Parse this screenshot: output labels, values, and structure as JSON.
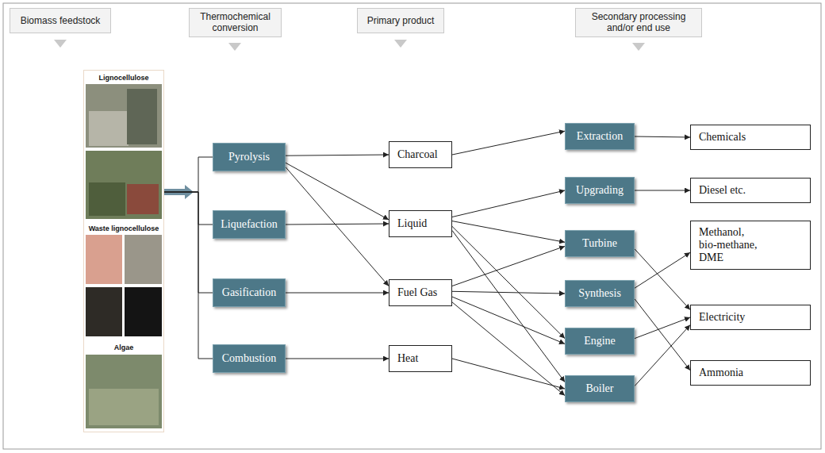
{
  "diagram": {
    "nodes": [
      {
        "text": [
          "Biomass feedstock"
        ]
      },
      {
        "text": [
          "Thermochemical conversion"
        ]
      },
      {
        "text": [
          "Primary product"
        ]
      },
      {
        "text": [
          "Secondary processing and/or end use"
        ]
      },
      {
        "text": [
          "Lignocellulose",
          "Waste lignocellulose",
          "Algae"
        ]
      },
      {
        "text": [
          "Pyrolysis"
        ]
      },
      {
        "text": [
          "Liquefaction"
        ]
      },
      {
        "text": [
          "Gasification"
        ]
      },
      {
        "text": [
          "Combustion"
        ]
      },
      {
        "text": [
          "Charcoal"
        ]
      },
      {
        "text": [
          "Liquid"
        ]
      },
      {
        "text": [
          "Fuel Gas"
        ]
      },
      {
        "text": [
          "Heat"
        ]
      },
      {
        "text": [
          "Extraction"
        ]
      },
      {
        "text": [
          "Upgrading"
        ]
      },
      {
        "text": [
          "Turbine"
        ]
      },
      {
        "text": [
          "Synthesis"
        ]
      },
      {
        "text": [
          "Engine"
        ]
      },
      {
        "text": [
          "Boiler"
        ]
      },
      {
        "text": [
          "Chemicals"
        ]
      },
      {
        "text": [
          "Diesel etc."
        ]
      },
      {
        "text": [
          "Methanol, bio-methane, DME"
        ]
      },
      {
        "text": [
          "Electricity"
        ]
      },
      {
        "text": [
          "Ammonia"
        ]
      }
    ],
    "edges": [
      {
        "from": 4,
        "to": 5,
        "arrow": "none"
      },
      {
        "from": 4,
        "to": 6,
        "arrow": "none"
      },
      {
        "from": 4,
        "to": 7,
        "arrow": "none"
      },
      {
        "from": 4,
        "to": 8,
        "arrow": "none"
      },
      {
        "from": 5,
        "to": 9,
        "arrow": "to"
      },
      {
        "from": 5,
        "to": 10,
        "arrow": "to"
      },
      {
        "from": 5,
        "to": 11,
        "arrow": "to"
      },
      {
        "from": 6,
        "to": 10,
        "arrow": "to"
      },
      {
        "from": 7,
        "to": 11,
        "arrow": "to"
      },
      {
        "from": 8,
        "to": 12,
        "arrow": "to"
      },
      {
        "from": 9,
        "to": 13,
        "arrow": "to"
      },
      {
        "from": 10,
        "to": 14,
        "arrow": "to"
      },
      {
        "from": 10,
        "to": 15,
        "arrow": "to"
      },
      {
        "from": 10,
        "to": 17,
        "arrow": "to"
      },
      {
        "from": 10,
        "to": 18,
        "arrow": "to"
      },
      {
        "from": 11,
        "to": 15,
        "arrow": "to"
      },
      {
        "from": 11,
        "to": 16,
        "arrow": "to"
      },
      {
        "from": 11,
        "to": 17,
        "arrow": "to"
      },
      {
        "from": 11,
        "to": 18,
        "arrow": "to"
      },
      {
        "from": 12,
        "to": 18,
        "arrow": "to"
      },
      {
        "from": 13,
        "to": 19,
        "arrow": "to"
      },
      {
        "from": 14,
        "to": 20,
        "arrow": "to"
      },
      {
        "from": 15,
        "to": 22,
        "arrow": "to"
      },
      {
        "from": 16,
        "to": 21,
        "arrow": "to"
      },
      {
        "from": 16,
        "to": 23,
        "arrow": "to"
      },
      {
        "from": 17,
        "to": 22,
        "arrow": "to"
      },
      {
        "from": 18,
        "to": 22,
        "arrow": "to"
      }
    ]
  }
}
